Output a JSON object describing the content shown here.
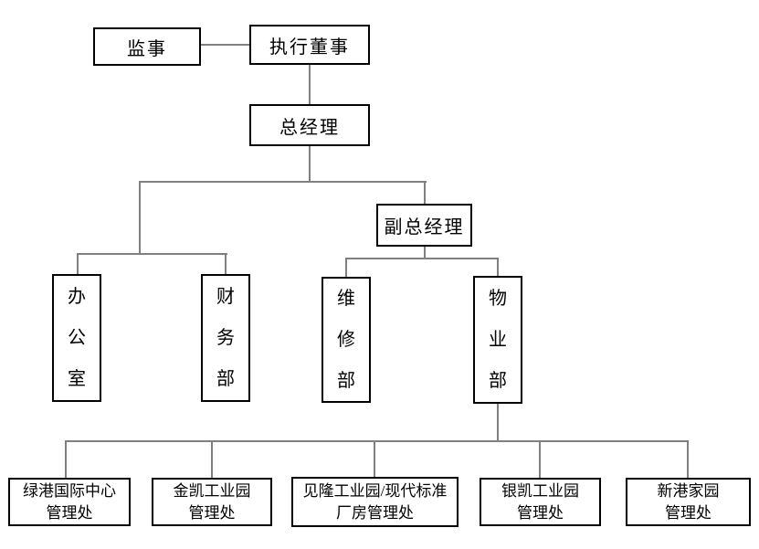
{
  "diagram": {
    "type": "org-chart",
    "colors": {
      "box_border": "#000000",
      "box_fill": "#ffffff",
      "connector": "#808080",
      "text": "#000000",
      "background": "#ffffff"
    },
    "nodes": {
      "supervisor": {
        "label": "监事"
      },
      "executive_director": {
        "label": "执行董事"
      },
      "general_manager": {
        "label": "总经理"
      },
      "deputy_general_manager": {
        "label": "副总经理"
      },
      "office": {
        "label": "办公室"
      },
      "finance_dept": {
        "label": "财务部"
      },
      "maintenance_dept": {
        "label": "维修部"
      },
      "property_dept": {
        "label": "物业部"
      },
      "lvgang_office": {
        "line1": "绿港国际中心",
        "line2": "管理处"
      },
      "jinkai_office": {
        "line1": "金凯工业园",
        "line2": "管理处"
      },
      "jianlong_office": {
        "line1": "见隆工业园/现代标准",
        "line2": "厂房管理处"
      },
      "yinkai_office": {
        "line1": "银凯工业园",
        "line2": "管理处"
      },
      "xingang_office": {
        "line1": "新港家园",
        "line2": "管理处"
      }
    },
    "edges": [
      {
        "from": "监事",
        "to": "执行董事"
      },
      {
        "from": "执行董事",
        "to": "总经理"
      },
      {
        "from": "总经理",
        "to": "办公室"
      },
      {
        "from": "总经理",
        "to": "财务部"
      },
      {
        "from": "总经理",
        "to": "副总经理"
      },
      {
        "from": "副总经理",
        "to": "维修部"
      },
      {
        "from": "副总经理",
        "to": "物业部"
      },
      {
        "from": "物业部",
        "to": "绿港国际中心管理处"
      },
      {
        "from": "物业部",
        "to": "金凯工业园管理处"
      },
      {
        "from": "物业部",
        "to": "见隆工业园/现代标准厂房管理处"
      },
      {
        "from": "物业部",
        "to": "银凯工业园管理处"
      },
      {
        "from": "物业部",
        "to": "新港家园管理处"
      }
    ]
  }
}
